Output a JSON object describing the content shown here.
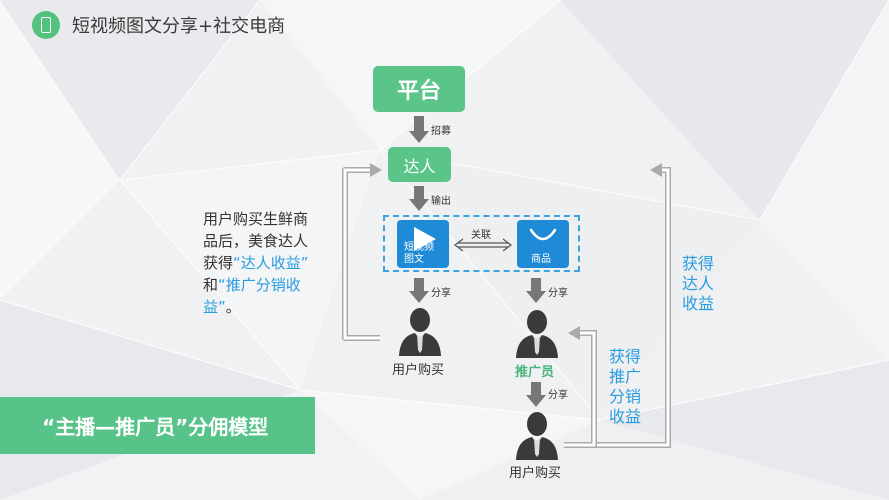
{
  "header": {
    "title": "短视频图文分享+社交电商",
    "logo_icon": "phone-icon"
  },
  "diagram": {
    "platform_label": "平台",
    "recruit_label": "招募",
    "influencer_label": "达人",
    "output_label": "输出",
    "video_caption_line1": "短视频",
    "video_caption_line2": "图文",
    "link_label": "关联",
    "goods_caption": "商品",
    "share_label_1": "分享",
    "share_label_2": "分享",
    "share_label_3": "分享",
    "buyer_label_1": "用户购买",
    "promoter_label": "推广员",
    "buyer_label_2": "用户购买",
    "left_text_line1": "用户购买生鲜商",
    "left_text_line2": "品后，美食达人",
    "left_text_line3_a": "获得",
    "left_text_line3_b": "“达人收益”",
    "left_text_line4_a": "和",
    "left_text_line4_b": "“推广分销收",
    "left_text_line5_a": "益”",
    "left_text_line5_b": "。",
    "right_outer_text": [
      "获得",
      "达人",
      "收益"
    ],
    "right_inner_text": [
      "获得",
      "推广",
      "分销",
      "收益"
    ]
  },
  "banner": {
    "text": "“主播—推广员”分佣模型"
  },
  "colors": {
    "green": "#5bc489",
    "blue": "#1f8ad6",
    "highlight_blue": "#2a9de0"
  }
}
